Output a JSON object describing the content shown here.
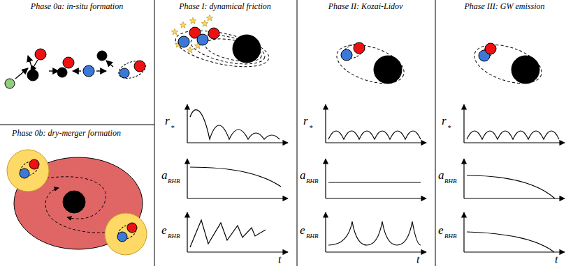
{
  "diagram": {
    "labels": [
      "Phase 0a: in-situ formation",
      "Phase 0b: dry-merger formation",
      "Phase I: dynamical friction",
      "Phase II: Kozai-Lidov",
      "Phase III: GW emission",
      "r",
      "*",
      "a",
      "BHB",
      "e",
      "BHB",
      "t",
      "r",
      "*",
      "a",
      "BHB",
      "e",
      "BHB",
      "t",
      "r",
      "*",
      "a",
      "BHB",
      "e",
      "BHB",
      "t"
    ]
  }
}
